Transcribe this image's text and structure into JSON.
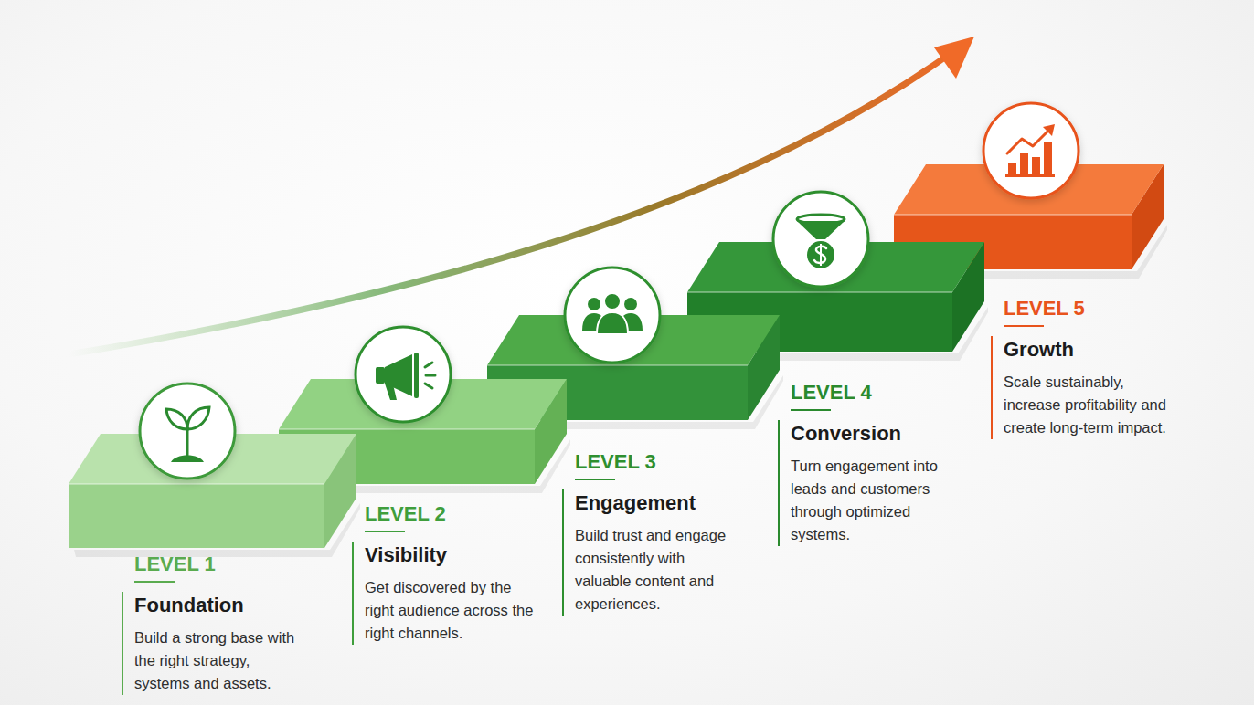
{
  "diagram": {
    "nodes": [
      {
        "text": [
          "LEVEL 1",
          "Foundation",
          "Build a strong base with the right strategy, systems and assets."
        ]
      },
      {
        "text": [
          "LEVEL 2",
          "Visibility",
          "Get discovered by the right audience across the right channels."
        ]
      },
      {
        "text": [
          "LEVEL 3",
          "Engagement",
          "Build trust and engage consistently with valuable content and experiences."
        ]
      },
      {
        "text": [
          "LEVEL 4",
          "Conversion",
          "Turn engagement into leads and customers through optimized systems."
        ]
      },
      {
        "text": [
          "LEVEL 5",
          "Growth",
          "Scale sustainably, increase profitability and create long-term impact."
        ]
      }
    ]
  }
}
